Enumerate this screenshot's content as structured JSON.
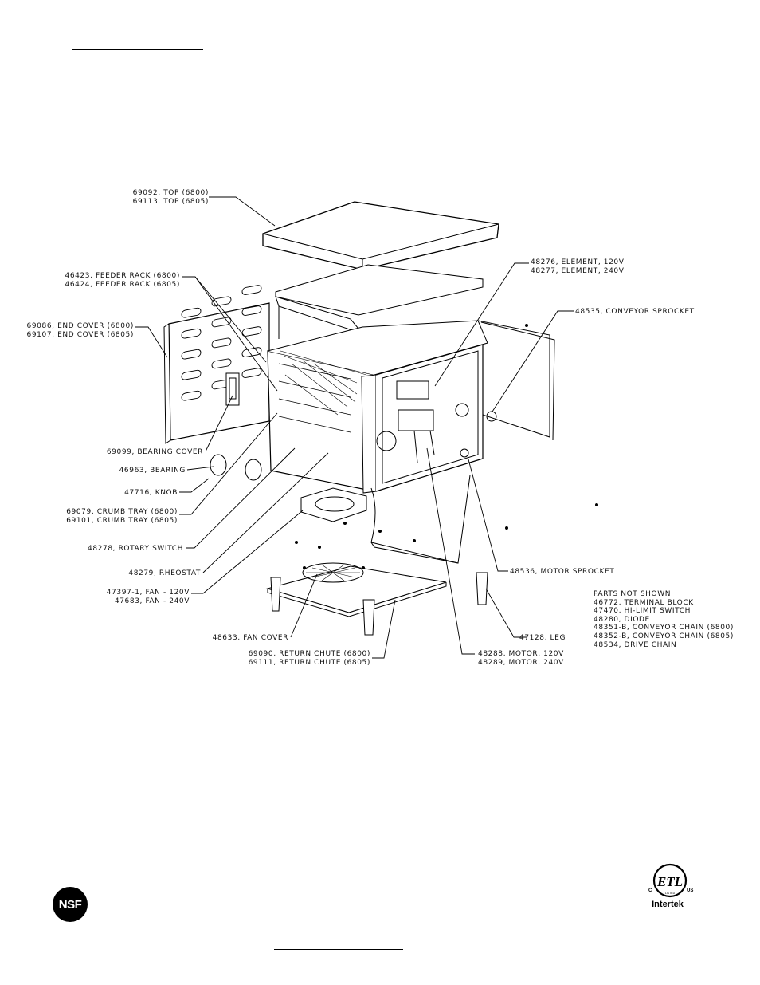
{
  "labels": {
    "top": [
      "69092, TOP (6800)",
      "69113, TOP (6805)"
    ],
    "feeder_rack": [
      "46423, FEEDER RACK (6800)",
      "46424, FEEDER RACK (6805)"
    ],
    "end_cover": [
      "69086, END COVER (6800)",
      "69107, END COVER (6805)"
    ],
    "bearing_cover": "69099, BEARING COVER",
    "bearing": "46963, BEARING",
    "knob": "47716, KNOB",
    "crumb_tray": [
      "69079, CRUMB TRAY (6800)",
      "69101, CRUMB TRAY (6805)"
    ],
    "rotary_switch": "48278, ROTARY SWITCH",
    "rheostat": "48279, RHEOSTAT",
    "fan": [
      "47397-1, FAN - 120V",
      "47683, FAN - 240V"
    ],
    "fan_cover": "48633, FAN COVER",
    "return_chute": [
      "69090, RETURN CHUTE (6800)",
      "69111, RETURN CHUTE (6805)"
    ],
    "motor": [
      "48288, MOTOR, 120V",
      "48289, MOTOR, 240V"
    ],
    "leg": "47128, LEG",
    "motor_sprocket": "48536, MOTOR SPROCKET",
    "conveyor_sprocket": "48535, CONVEYOR SPROCKET",
    "element": [
      "48276, ELEMENT, 120V",
      "48277, ELEMENT, 240V"
    ]
  },
  "parts_not_shown": {
    "heading": "PARTS NOT SHOWN:",
    "items": [
      "46772, TERMINAL BLOCK",
      "47470, HI-LIMIT SWITCH",
      "48280, DIODE",
      "48351-B, CONVEYOR CHAIN (6800)",
      "48352-B, CONVEYOR CHAIN (6805)",
      "48534, DRIVE CHAIN"
    ]
  },
  "logos": {
    "nsf": "NSF",
    "etl": "ETL",
    "etl_c": "C",
    "etl_us": "US",
    "etl_listed": "LISTED",
    "intertek": "Intertek"
  }
}
